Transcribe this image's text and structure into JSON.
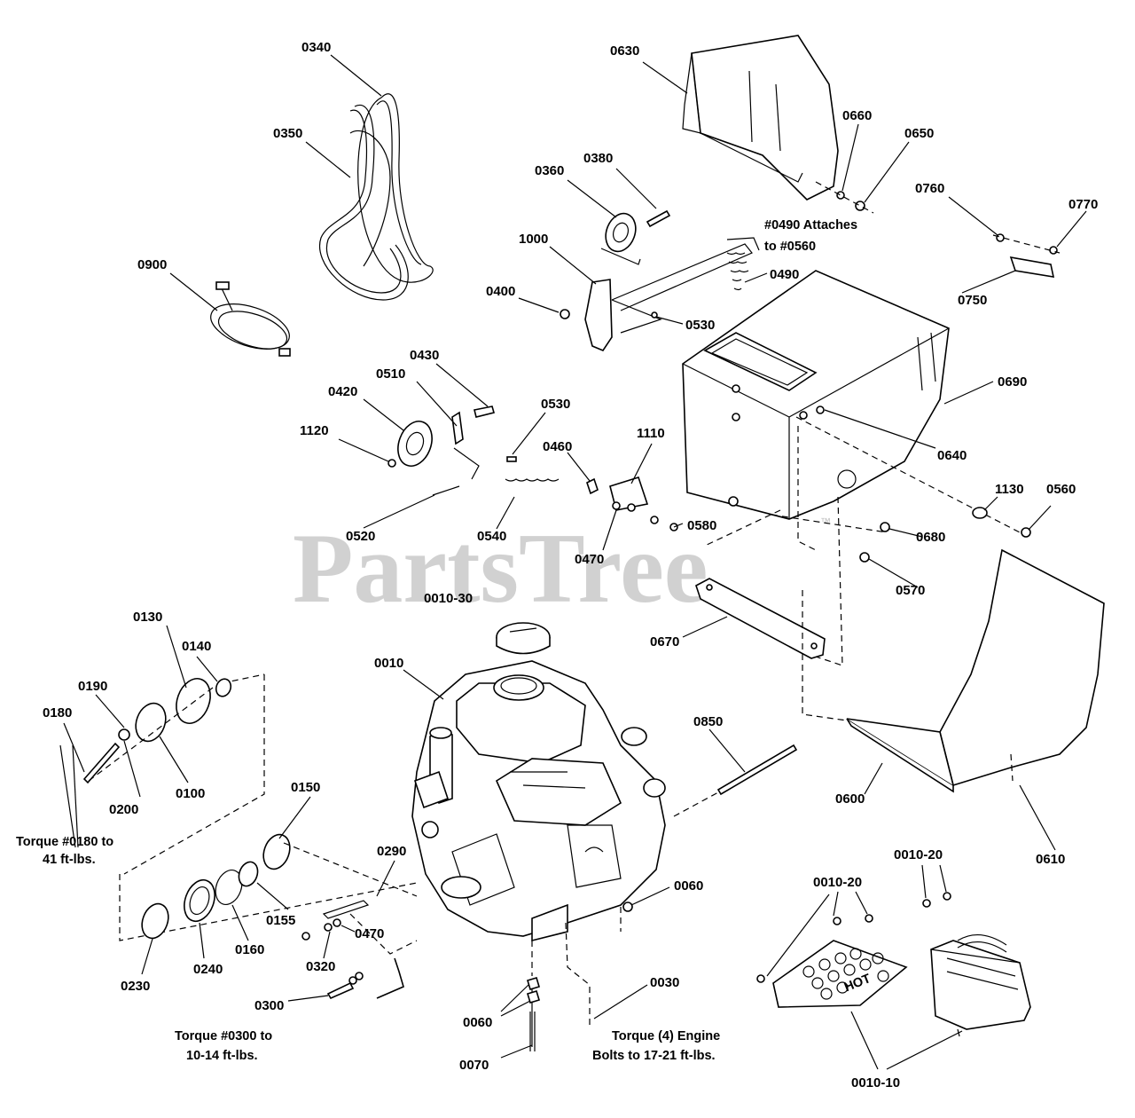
{
  "watermark": {
    "text": "PartsTree",
    "tm": "™"
  },
  "callouts": [
    "0340",
    "0350",
    "0900",
    "0630",
    "0660",
    "0650",
    "0760",
    "0770",
    "0750",
    "0360",
    "0380",
    "1000",
    "0400",
    "0530",
    "0490",
    "0690",
    "0640",
    "0430",
    "0510",
    "0420",
    "1120",
    "0530",
    "0460",
    "1110",
    "0520",
    "0540",
    "0470",
    "0580",
    "0680",
    "1130",
    "0560",
    "0570",
    "0010-30",
    "0670",
    "0010",
    "0130",
    "0140",
    "0190",
    "0180",
    "0200",
    "0100",
    "0150",
    "0290",
    "0060",
    "0155",
    "0160",
    "0240",
    "0230",
    "0470",
    "0320",
    "0300",
    "0850",
    "0600",
    "0610",
    "0010-20",
    "0010-20",
    "0060",
    "0070",
    "0030",
    "0010-10"
  ],
  "notes": {
    "attach": [
      "#0490 Attaches",
      "to #0560"
    ],
    "torque0180": [
      "Torque #0180 to",
      "41 ft-lbs."
    ],
    "torque0300": [
      "Torque #0300 to",
      "10-14 ft-lbs."
    ],
    "torqueEngine": [
      "Torque (4) Engine",
      "Bolts to 17-21 ft-lbs."
    ]
  },
  "decals": {
    "hot": "HOT"
  }
}
